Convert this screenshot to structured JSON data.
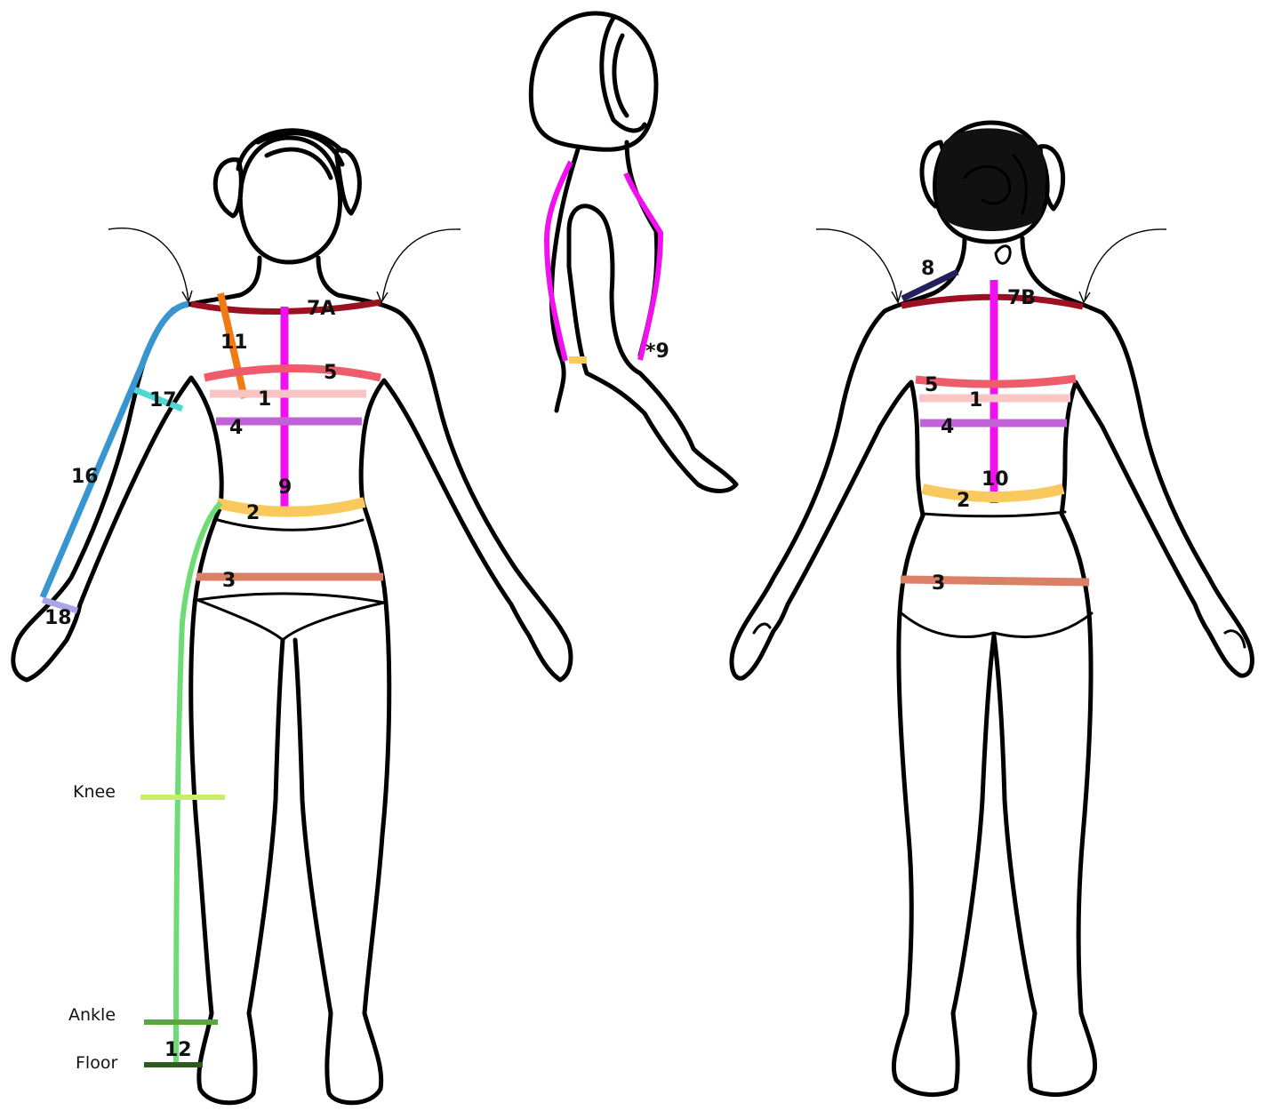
{
  "labels": {
    "front_7a": "7A",
    "front_11": "11",
    "front_5": "5",
    "front_1": "1",
    "front_17": "17",
    "front_4": "4",
    "front_16": "16",
    "front_9": "9",
    "front_2": "2",
    "front_3": "3",
    "front_18": "18",
    "front_12": "12",
    "side_9": "*9",
    "back_8": "8",
    "back_7b": "7B",
    "back_5": "5",
    "back_1": "1",
    "back_4": "4",
    "back_10": "10",
    "back_2": "2",
    "back_3": "3"
  },
  "legend": {
    "knee": "Knee",
    "ankle": "Ankle",
    "floor": "Floor"
  },
  "colors": {
    "m1": "#f9c4c4",
    "m2": "#f9c95e",
    "m3": "#d98066",
    "m4": "#c163d6",
    "m5": "#ee5b6a",
    "m7": "#9b1121",
    "m8": "#24205e",
    "m9": "#f20ff0",
    "m11": "#f07a14",
    "m12": "#6ddc74",
    "m16": "#3895d0",
    "m17": "#4fd8d3",
    "m18": "#a9a6e8",
    "knee": "#c7ee6a",
    "ankle": "#5aa63a",
    "floor": "#2d5b1b"
  }
}
